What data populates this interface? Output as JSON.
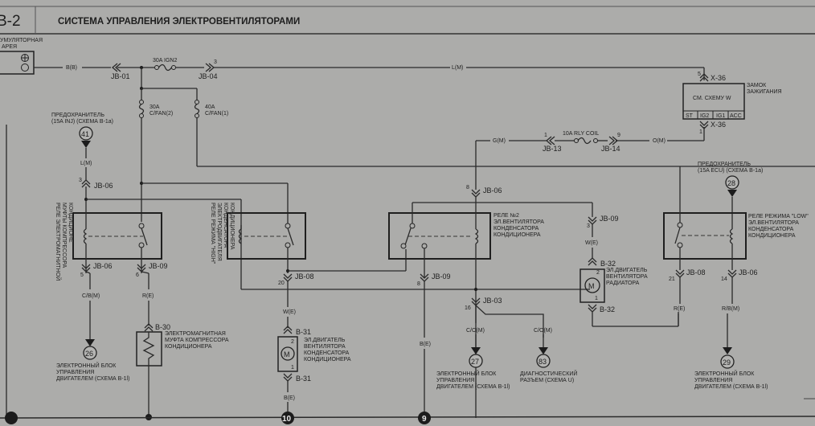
{
  "header": {
    "page_number": "B-2",
    "title": "СИСТЕМА УПРАВЛЕНИЯ ЭЛЕКТРОВЕНТИЛЯТОРАМИ"
  },
  "battery": {
    "label_line1": "УМУЛЯТОРНАЯ",
    "label_line2": "АРЕЯ",
    "wire": "B(B)"
  },
  "fuses": {
    "ign2": "30A IGN2",
    "cfan2_a": "30A",
    "cfan2_b": "C/FAN(2)",
    "cfan1_a": "40A",
    "cfan1_b": "C/FAN(1)",
    "rly_coil": "10A RLY COIL"
  },
  "connectors": {
    "jb01": "JB-01",
    "jb04": "JB-04",
    "jb04_pin": "3",
    "jb06": "JB-06",
    "jb08": "JB-08",
    "jb09": "JB-09",
    "jb03": "JB-03",
    "jb13": "JB-13",
    "jb13_pin": "1",
    "jb14": "JB-14",
    "jb14_pin": "9",
    "x36": "X-36",
    "b30": "B-30",
    "b31": "B-31",
    "b32": "B-32",
    "pins": {
      "p3": "3",
      "p5": "5",
      "p6": "6",
      "p8": "8",
      "p14": "14",
      "p16": "16",
      "p20": "20",
      "p21": "21",
      "p1": "1",
      "p2": "2"
    }
  },
  "wires": {
    "l_m": "L(M)",
    "g_m": "G(M)",
    "o_m": "O(M)",
    "w_e": "W(E)",
    "r_e": "R(E)",
    "b_e": "B(E)",
    "c_b_m": "C/B(M)",
    "c_o_m": "C/O(M)",
    "rb_m": "R/B(M)"
  },
  "ignition": {
    "label_line1": "ЗАМОК",
    "label_line2": "ЗАЖИГАНИЯ",
    "ref": "СМ. СХЕМУ W",
    "terminals": [
      "ST",
      "IG2",
      "IG1",
      "ACC"
    ]
  },
  "refs": {
    "fuse_inj_line1": "ПРЕДОХРАНИТЕЛЬ",
    "fuse_inj_line2": "(15A INJ) (СХЕМА B-1a)",
    "fuse_inj_num": "41",
    "fuse_ecu_line1": "ПРЕДОХРАНИТЕЛЬ",
    "fuse_ecu_line2": "(15A ECU) (СХЕМА B-1a)",
    "fuse_ecu_num": "28",
    "ecu26_num": "26",
    "ecu27_num": "27",
    "ecu29_num": "29",
    "diag83_num": "83",
    "ecu_line1": "ЭЛЕКТРОННЫЙ БЛОК",
    "ecu_line2": "УПРАВЛЕНИЯ",
    "ecu_line3": "ДВИГАТЕЛЕМ (СХЕМА B-1l)",
    "ecu29_line3": "ДВИГАТЕЛЕМ (СХЕМА B-1l)",
    "diag_line1": "ДИАГНОСТИЧЕСКИЙ",
    "diag_line2": "РАЗЪЕМ (СХЕМА U)"
  },
  "relays": {
    "clutch": [
      "РЕЛЕ ЭЛЕКТРОМАГНИТНОЙ",
      "МУФТЫ КОМПРЕССОРА",
      "КОНДИЦИОНЕ"
    ],
    "high": [
      "РЕЛЕ РЕЖИМА \"HIGH\"",
      "ЭЛЕКТРОДВИГАТЕЛЯ",
      "КОНДЕНСАТОРА",
      "КОНДИЦИОНЕРА"
    ],
    "no2": [
      "РЕЛЕ №2",
      "ЭЛ.ВЕНТИЛЯТОРА",
      "КОНДЕНСАТОРА",
      "КОНДИЦИОНЕРА"
    ],
    "low": [
      "РЕЛЕ РЕЖИМА \"LOW\"",
      "ЭЛ.ВЕНТИЛЯТОРА",
      "КОНДЕНСАТОРА",
      "КОНДИЦИОНЕРА"
    ]
  },
  "loads": {
    "clutch": [
      "ЭЛЕКТРОМАГНИТНАЯ",
      "МУФТА КОМПРЕССОРА",
      "КОНДИЦИОНЕРА"
    ],
    "cond_motor": [
      "ЭЛ.ДВИГАТЕЛЬ",
      "ВЕНТИЛЯТОРА",
      "КОНДЕНСАТОРА",
      "КОНДИЦИОНЕРА"
    ],
    "rad_motor": [
      "ЭЛ.ДВИГАТЕЛЬ",
      "ВЕНТИЛЯТОРА",
      "РАДИАТОРА"
    ],
    "motor_symbol": "M"
  },
  "grounds": {
    "g10": "10",
    "g9": "9"
  }
}
